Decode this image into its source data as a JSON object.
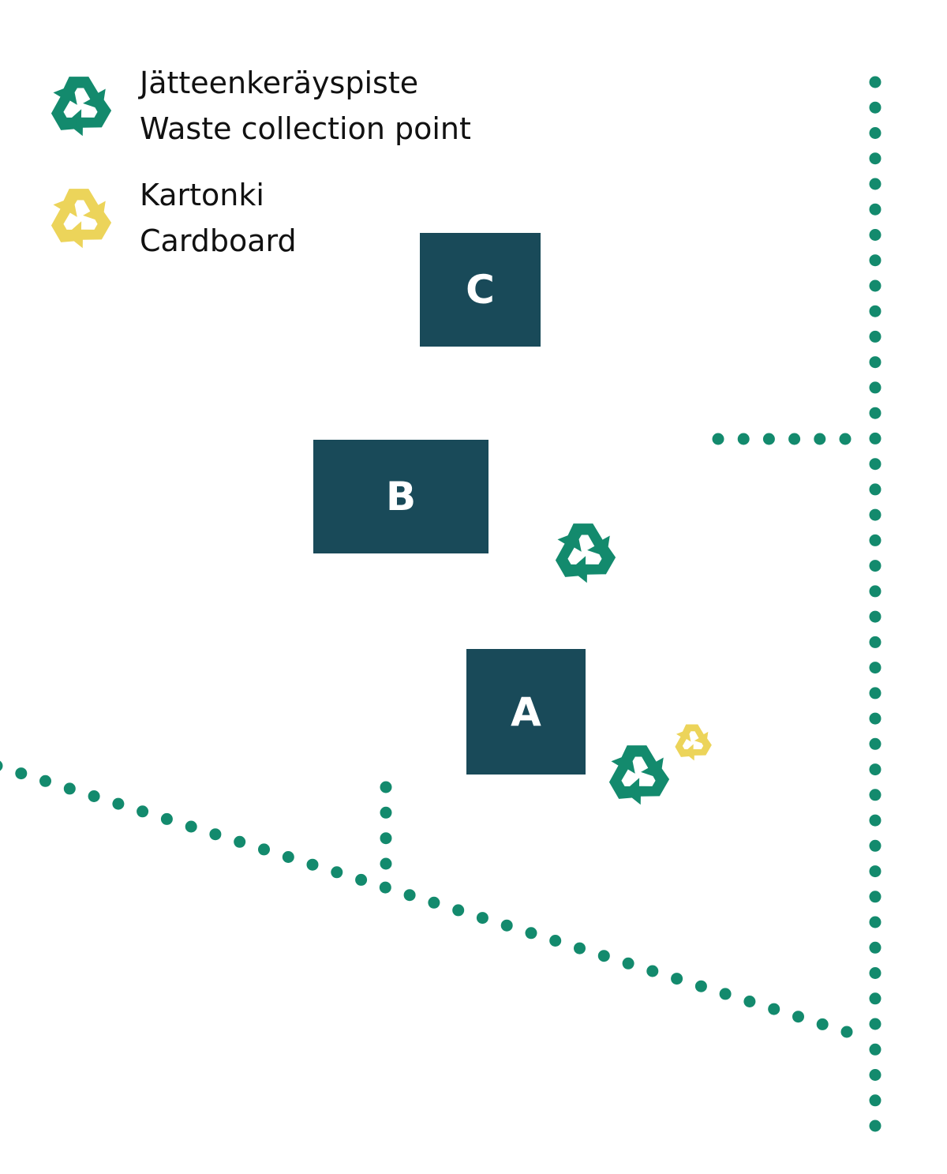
{
  "legend": {
    "waste_collection": {
      "label_fi": "Jätteenkeräyspiste",
      "label_en": "Waste collection point",
      "icon": "recycle-icon",
      "color": "#138a6d"
    },
    "cardboard": {
      "label_fi": "Kartonki",
      "label_en": "Cardboard",
      "icon": "recycle-icon",
      "color": "#ecd45a"
    }
  },
  "buildings": {
    "a": {
      "label": "A"
    },
    "b": {
      "label": "B"
    },
    "c": {
      "label": "C"
    }
  },
  "colors": {
    "building": "#194a59",
    "path_dots": "#138a6d",
    "waste": "#138a6d",
    "cardboard": "#ecd45a"
  }
}
